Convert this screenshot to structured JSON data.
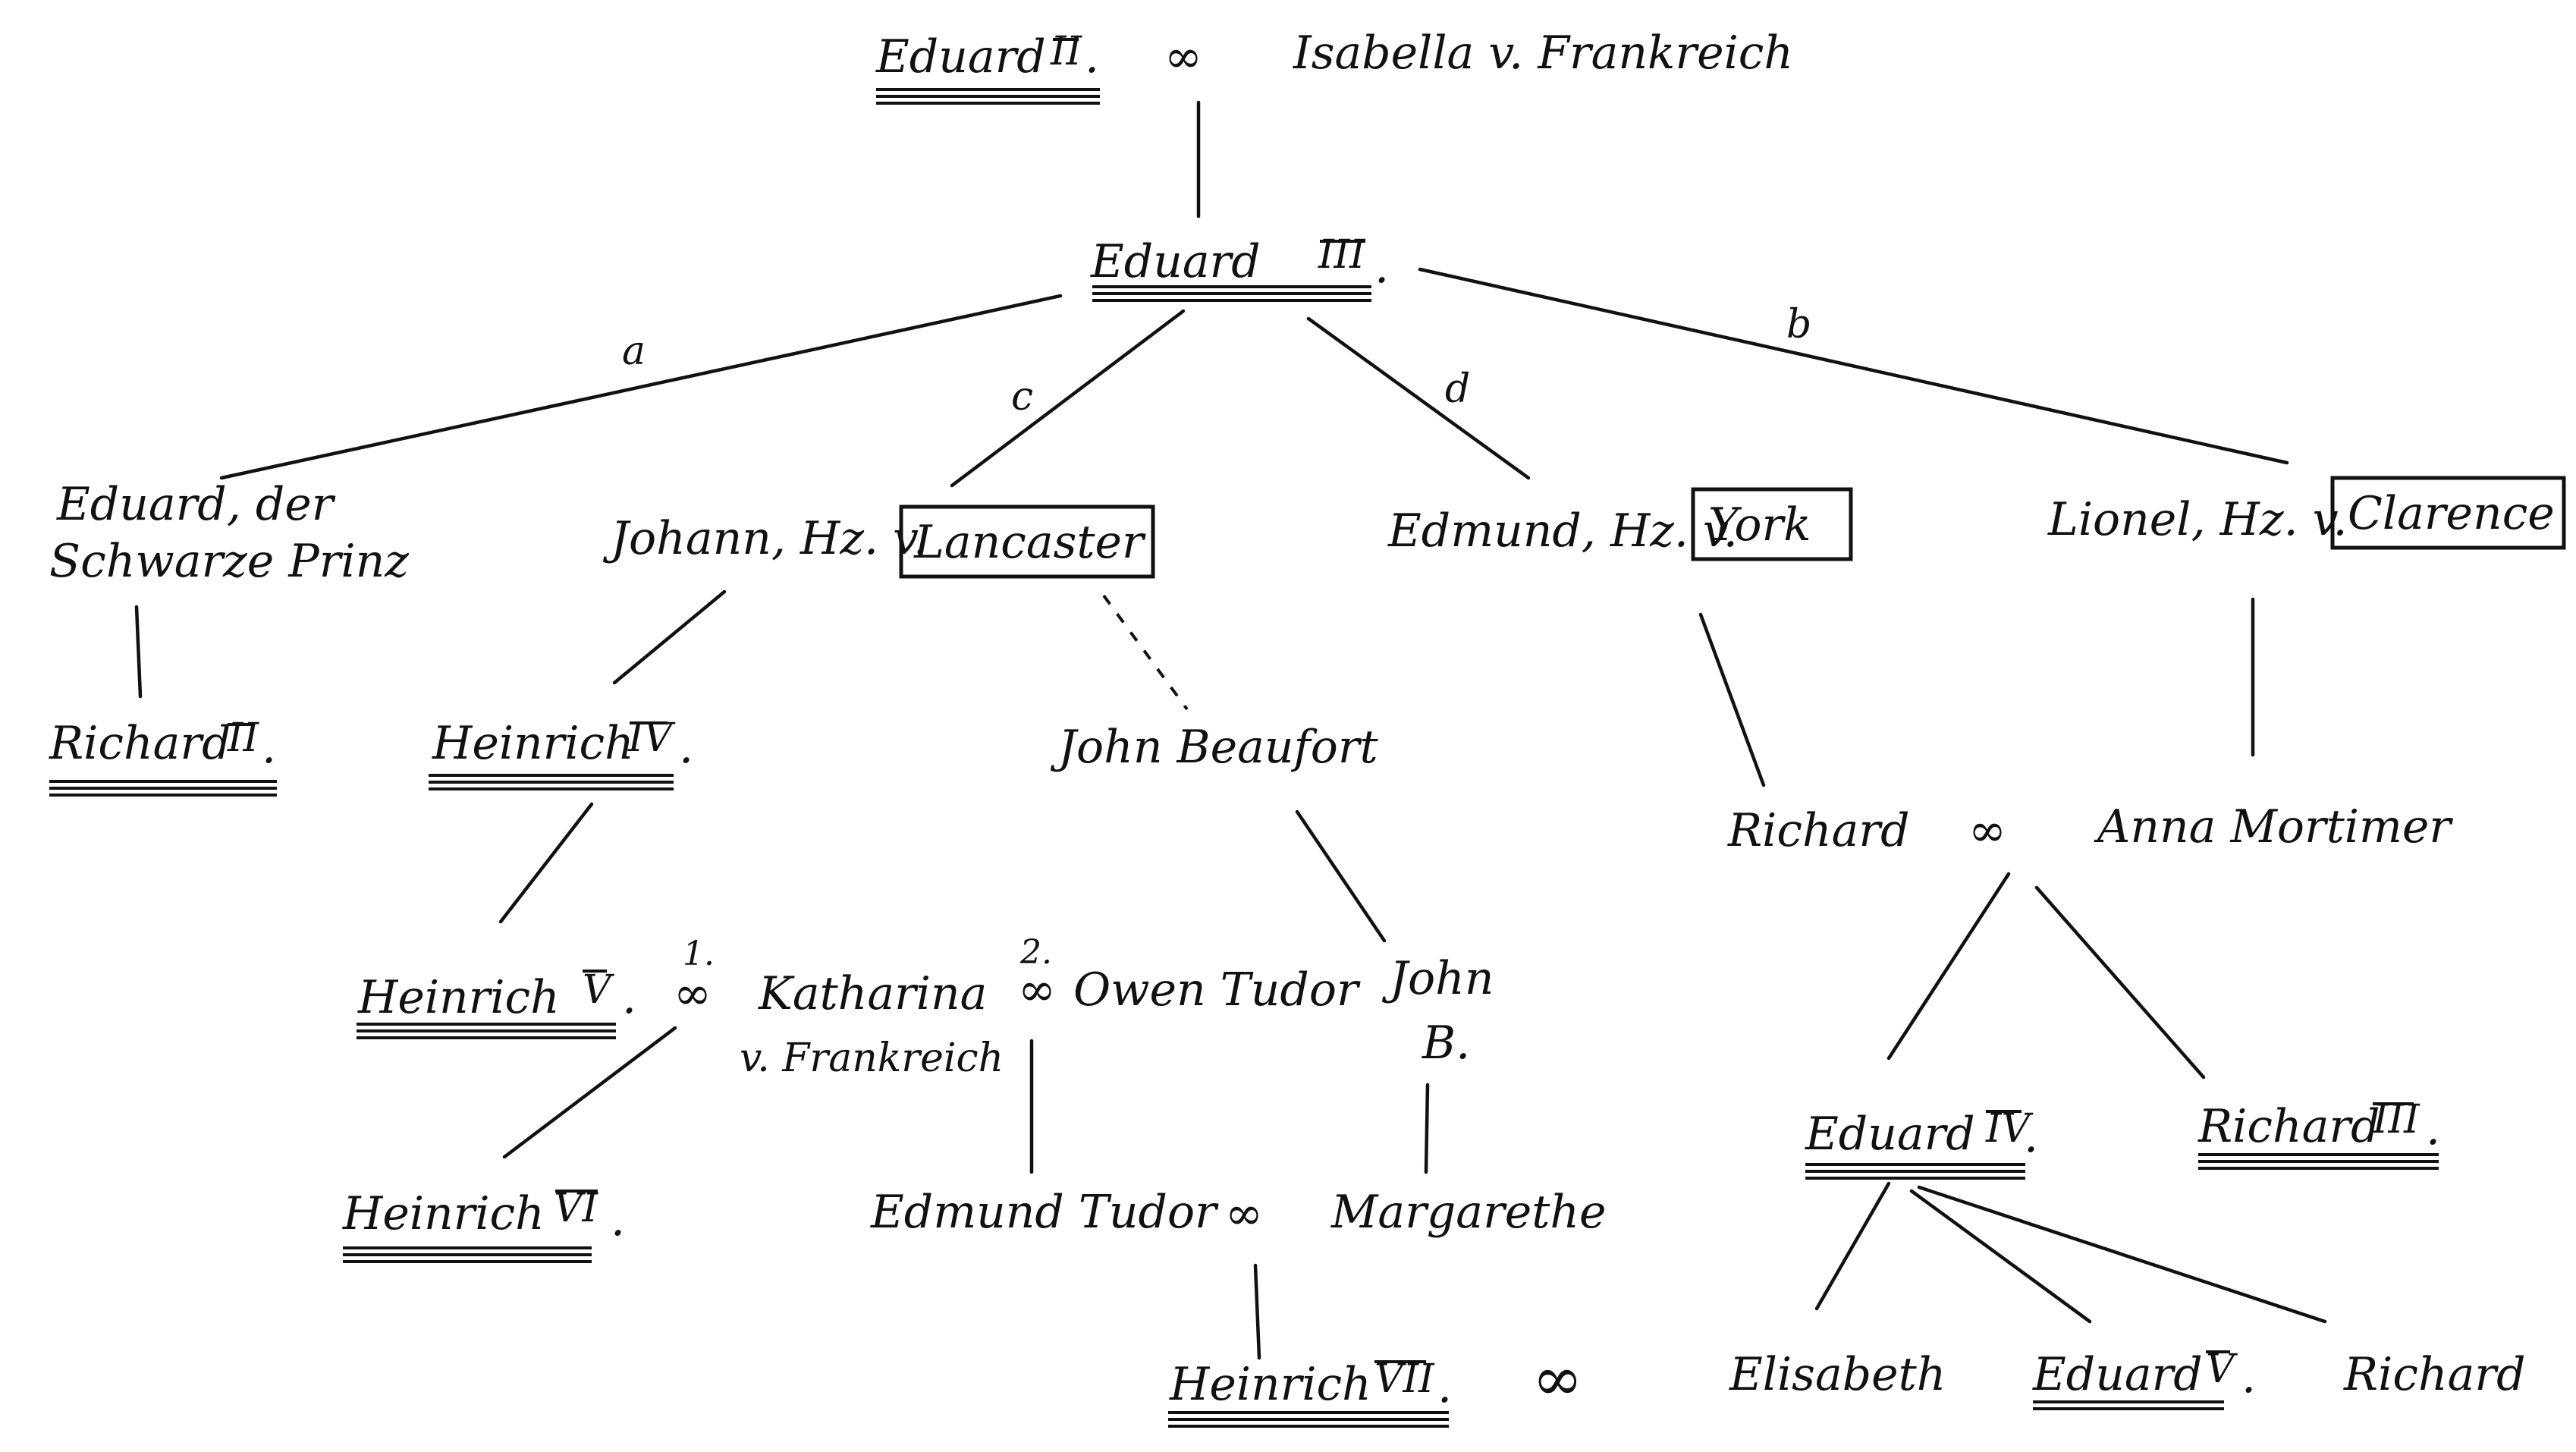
{
  "people": {
    "eduard2": {
      "name": "Eduard",
      "numeral": "II",
      "dot": "."
    },
    "isabella": "Isabella v. Frankreich",
    "eduard3": {
      "name": "Eduard",
      "numeral": "III",
      "dot": "."
    },
    "schwarzer_prinz_l1": "Eduard, der",
    "schwarzer_prinz_l2": "Schwarze Prinz",
    "johann_prefix": "Johann, Hz. v.",
    "lancaster": "Lancaster",
    "edmund_prefix": "Edmund, Hz. v.",
    "york": "York",
    "lionel_prefix": "Lionel, Hz. v.",
    "clarence": "Clarence",
    "richard2": {
      "name": "Richard",
      "numeral": "II",
      "dot": "."
    },
    "heinrich4": {
      "name": "Heinrich",
      "numeral": "IV",
      "dot": "."
    },
    "john_beaufort": "John Beaufort",
    "richard_york": "Richard",
    "anna_mortimer": "Anna Mortimer",
    "heinrich5": {
      "name": "Heinrich",
      "numeral": "V",
      "dot": "."
    },
    "katharina_l1": "Katharina",
    "katharina_l2": "v. Frankreich",
    "owen_tudor": "Owen Tudor",
    "john_b_l1": "John",
    "john_b_l2": "B.",
    "eduard4": {
      "name": "Eduard",
      "numeral": "IV",
      "dot": "."
    },
    "richard3": {
      "name": "Richard",
      "numeral": "III",
      "dot": "."
    },
    "heinrich6": {
      "name": "Heinrich",
      "numeral": "VI",
      "dot": "."
    },
    "edmund_tudor": "Edmund Tudor",
    "margarethe": "Margarethe",
    "heinrich7": {
      "name": "Heinrich",
      "numeral": "VII",
      "dot": "."
    },
    "elisabeth": "Elisabeth",
    "eduard5": {
      "name": "Eduard",
      "numeral": "V",
      "dot": "."
    },
    "richard_son": "Richard"
  },
  "marriage_symbol": "∞",
  "marriage_order": {
    "first": "1.",
    "second": "2."
  },
  "branch_letters": {
    "a": "a",
    "b": "b",
    "c": "c",
    "d": "d"
  }
}
